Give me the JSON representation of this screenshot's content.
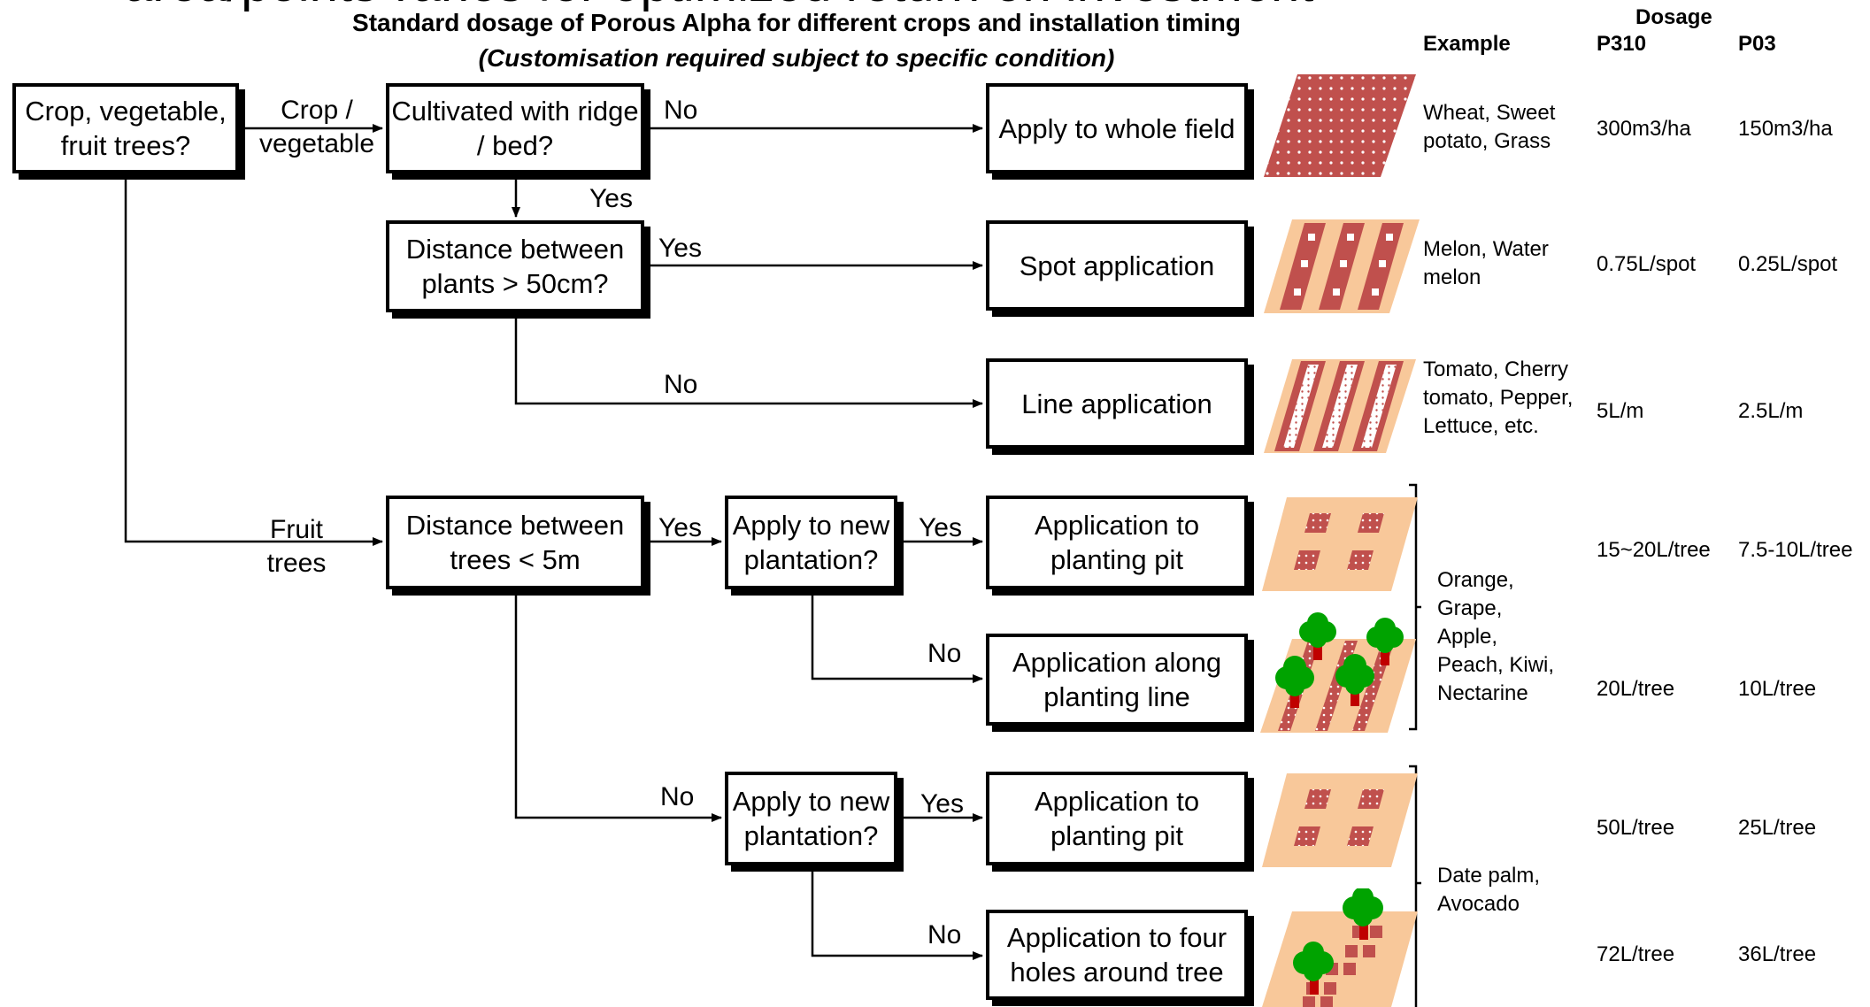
{
  "header": {
    "cutoff_title": "area/points-ranes for optimized return on investment",
    "title": "Standard dosage of Porous Alpha for different crops and installation timing",
    "subtitle": "(Customisation required subject to specific condition)"
  },
  "columns": {
    "dosage": "Dosage",
    "example": "Example",
    "p310": "P310",
    "p03": "P03"
  },
  "nodes": {
    "crop_question": "Crop, vegetable, fruit trees?",
    "ridge_question": "Cultivated with ridge / bed?",
    "plant_distance_question": "Distance between plants > 50cm?",
    "tree_distance_question": "Distance between trees < 5m",
    "new_plantation_question_1": "Apply to new plantation?",
    "new_plantation_question_2": "Apply to new plantation?",
    "whole_field": "Apply to whole field",
    "spot": "Spot application",
    "line": "Line application",
    "pit_1": "Application to planting pit",
    "along_line": "Application along planting line",
    "pit_2": "Application to planting pit",
    "four_holes": "Application to four holes around tree"
  },
  "edge_labels": {
    "crop_vegetable": "Crop / vegetable",
    "fruit_trees": "Fruit trees",
    "no_whole": "No",
    "yes_ridge": "Yes",
    "yes_spot": "Yes",
    "no_line": "No",
    "yes_tree": "Yes",
    "yes_pit1": "Yes",
    "no_along": "No",
    "no_far": "No",
    "yes_pit2": "Yes",
    "no_four": "No"
  },
  "rows": [
    {
      "example": "Wheat, Sweet potato, Grass",
      "p310": "300m3/ha",
      "p03": "150m3/ha"
    },
    {
      "example": "Melon, Water melon",
      "p310": "0.75L/spot",
      "p03": "0.25L/spot"
    },
    {
      "example": "Tomato, Cherry tomato, Pepper, Lettuce, etc.",
      "p310": "5L/m",
      "p03": "2.5L/m"
    },
    {
      "example": "",
      "p310": "15~20L/tree",
      "p03": "7.5-10L/tree"
    },
    {
      "example": "",
      "p310": "20L/tree",
      "p03": "10L/tree"
    },
    {
      "example": "",
      "p310": "50L/tree",
      "p03": "25L/tree"
    },
    {
      "example": "",
      "p310": "72L/tree",
      "p03": "36L/tree"
    }
  ],
  "group_examples": {
    "near_trees": "Orange, Grape, Apple, Peach, Kiwi, Nectarine",
    "far_trees": "Date palm, Avocado"
  },
  "colors": {
    "soil": "#f8c89a",
    "bed": "#c0504d",
    "tree_green": "#00a300",
    "trunk": "#c00000"
  },
  "icons": [
    "whole-field-icon",
    "spot-icon",
    "line-icon",
    "planting-pit-icon",
    "planting-line-trees-icon",
    "planting-pit-icon",
    "four-holes-trees-icon"
  ]
}
